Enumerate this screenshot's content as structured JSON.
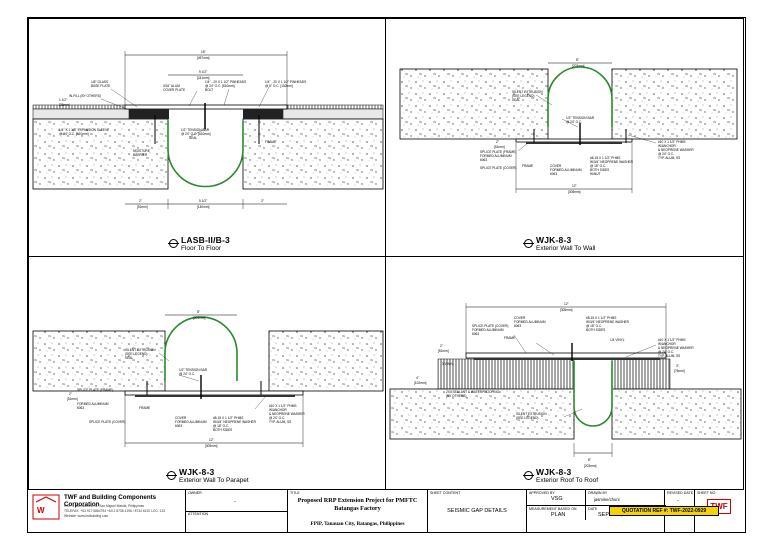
{
  "panels": [
    {
      "id": "A",
      "title": "LASB-II/B-3",
      "subtitle": "Floor To Floor",
      "dims": [
        "18\"",
        "[457mm]",
        "9 1/2\"",
        "[241mm]",
        "2\"",
        "[51mm]",
        "5 1/2\"",
        "[140mm]",
        "2\"",
        "1 1/2\"",
        "[38mm]"
      ],
      "notes": [
        "1/8\" GLASS",
        "BASE PLATE",
        "IN-FILL (BY OTHERS)",
        "3/16\" ALUM",
        "COVER PLATE",
        "1/4\" - 20 X 1 1/2\" PINHEADS",
        "@ 24\" O.C. [610mm]",
        "BOLT",
        "1/4\" - 20 X 1 1/2\" PINHEADS",
        "@ 6\" O.C. [152mm]",
        "1/4\" X 1 1/8\" EXPANSION SLEEVE",
        "@ 24\" O.C. [610mm]",
        "1/2\" TENSION BAR",
        "@ 24\" O.C. [610mm]",
        "SEAL",
        "MOISTURE",
        "BARRIER",
        "FRAME"
      ]
    },
    {
      "id": "B",
      "title": "WJK-8-3",
      "subtitle": "Exterior Wall To Wall",
      "dims": [
        "8\"",
        "[203mm]",
        "2\"",
        "[51mm]",
        "12\"",
        "[305mm]"
      ],
      "notes": [
        "SILENT EXTRUSION",
        "(SEE LEGEND)",
        "SEAL",
        "1/2\" TENSION BAR",
        "@ 24\" O.C.",
        "SPLICE PLATE (FRAME)",
        "FORMED ALUMINUM",
        "6063",
        "FRAME",
        "COVER",
        "FORMED ALUMINUM",
        "6063",
        "SPLICE PLATE (COVER)",
        "#8-15 X 1 1/2\" PHMS",
        "W/3/4\" NEOPRENE WASHER",
        "@ 18\" O.C.",
        "BOTH SIDES",
        "W/NUT",
        "#10 X 1 1/2\" PHMS",
        "W/ANCHOR",
        "& NEOPRENE WASHER",
        "@ 24\" O.C.",
        "TYP. ALUM, SS"
      ]
    },
    {
      "id": "C",
      "title": "WJK-8-3",
      "subtitle": "Exterior Wall To Parapet",
      "dims": [
        "8\"",
        "[203mm]",
        "2\"",
        "[51mm]",
        "12\"",
        "[305mm]"
      ],
      "notes": [
        "SILENT EXTRUSION",
        "(SEE LEGEND)",
        "SEAL",
        "1/2\" TENSION BAR",
        "@ 24\" O.C.",
        "SPLICE PLATE (FRAME)",
        "FORMED ALUMINUM",
        "6063",
        "FRAME",
        "COVER",
        "FORMED ALUMINUM",
        "6063",
        "SPLICE PLATE (COVER)",
        "#8-15 X 1 1/2\" PHMS",
        "W/3/4\" NEOPRENE WASHER",
        "@ 18\" O.C.",
        "BOTH SIDES",
        "#10 X 1 1/2\" PHMS",
        "W/ANCHOR",
        "& NEOPRENE WASHER",
        "@ 24\" O.C.",
        "TYP. ALUM, SS"
      ]
    },
    {
      "id": "D",
      "title": "WJK-8-3",
      "subtitle": "Exterior Roof To Roof",
      "dims": [
        "12\"",
        "[305mm]",
        "2\"",
        "[51mm]",
        "4\"",
        "[102mm]",
        "3\"",
        "[76mm]",
        "8\"",
        "[203mm]"
      ],
      "notes": [
        "COVER",
        "FORMED ALUMINUM",
        "6063",
        "SPLICE PLATE (COVER)",
        "FORMED ALUMINUM",
        "6063",
        "FRAME",
        "#8-15 X 1 1/2\" PHMS",
        "W/3/4\" NEOPRENE WASHER",
        "@ 18\" O.C.",
        "BOTH SIDES",
        "1/4 VINYL",
        "#10 X 1 1/2\" PHMS",
        "W/ANCHOR",
        "& NEOPRENE WASHER",
        "@ 24\" O.C.",
        "TYP. ALUM, SS",
        "3 VINYL",
        "2X4 SEALANT & WATERPROOFING",
        "(BY OTHERS)",
        "SILENT EXTRUSION",
        "(SEE LEGEND)"
      ]
    }
  ],
  "titleblock": {
    "company": "TWF and Building Components Corporation",
    "address": "RGH 4 Buencamino St. San Miguel Manila, Philippines",
    "contact": "TELEFAX: +63 917 5884794  +63 2 8738 4196 / 8734 6120 LOC. 132",
    "website": "Website: www.twfbuilding.com",
    "logo": "TWF",
    "owner_label": "OWNER",
    "owner_value": "-",
    "attention_label": "ATTENTION",
    "title_label": "TITLE",
    "project": "Proposed RRP Extension Project for PMFTC Batangas Factory",
    "location": "FPIP, Tanauan City, Batangas, Philippines",
    "sheet_content_label": "SHEET CONTENT",
    "sheet_content": "SEISMIC GAP DETAILS",
    "approved_label": "APPROVED BY",
    "approved_value": "VSG",
    "drawn_label": "DRAWN BY",
    "drawn_value": "jasmine/chuni",
    "revision_label": "REVISED DATE",
    "revision_value": "-",
    "sheet_no_label": "SHEET NO.",
    "measurement_label": "MEASUREMENT BASED ON",
    "measurement_value": "PLAN",
    "date_label": "DATE",
    "date_value": "SEPT. 29, 2022",
    "quotation": "QUOTATION REF #: TWF-2022-0929"
  }
}
